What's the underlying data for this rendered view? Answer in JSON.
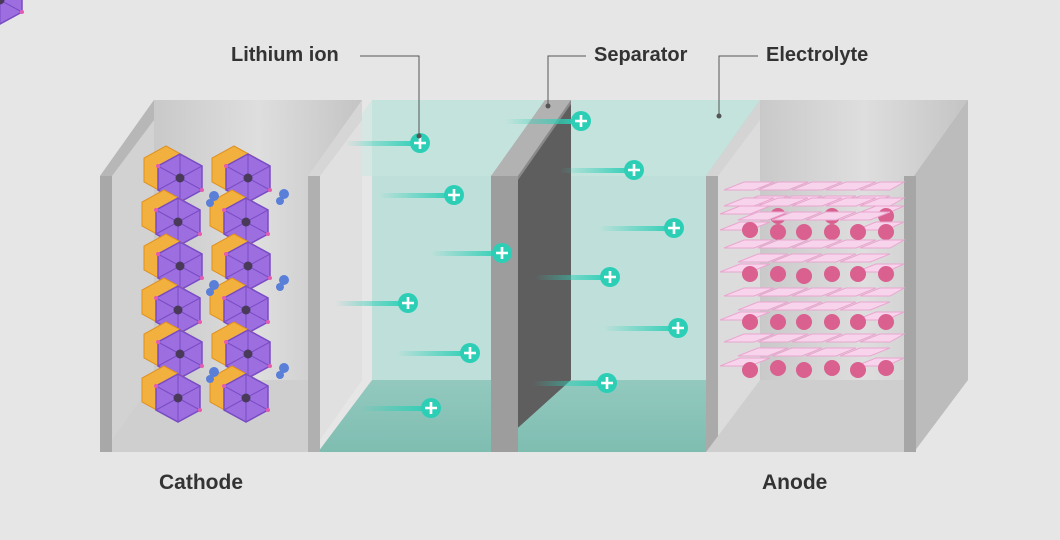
{
  "labels": {
    "lithium_ion": "Lithium ion",
    "separator": "Separator",
    "electrolyte": "Electrolyte",
    "cathode": "Cathode",
    "anode": "Anode"
  },
  "icons": {
    "ion": "plus-circle-icon"
  },
  "colors": {
    "background": "#e6e6e6",
    "electrolyte": "#b9dcd6",
    "ion": "#2ccfb6",
    "cathode_crystal": "#9c6ee0",
    "cathode_bond": "#f2b13e",
    "anode_layer": "#f8d4ec",
    "anode_atom": "#d9608f",
    "separator": "#666666",
    "text": "#333333"
  }
}
